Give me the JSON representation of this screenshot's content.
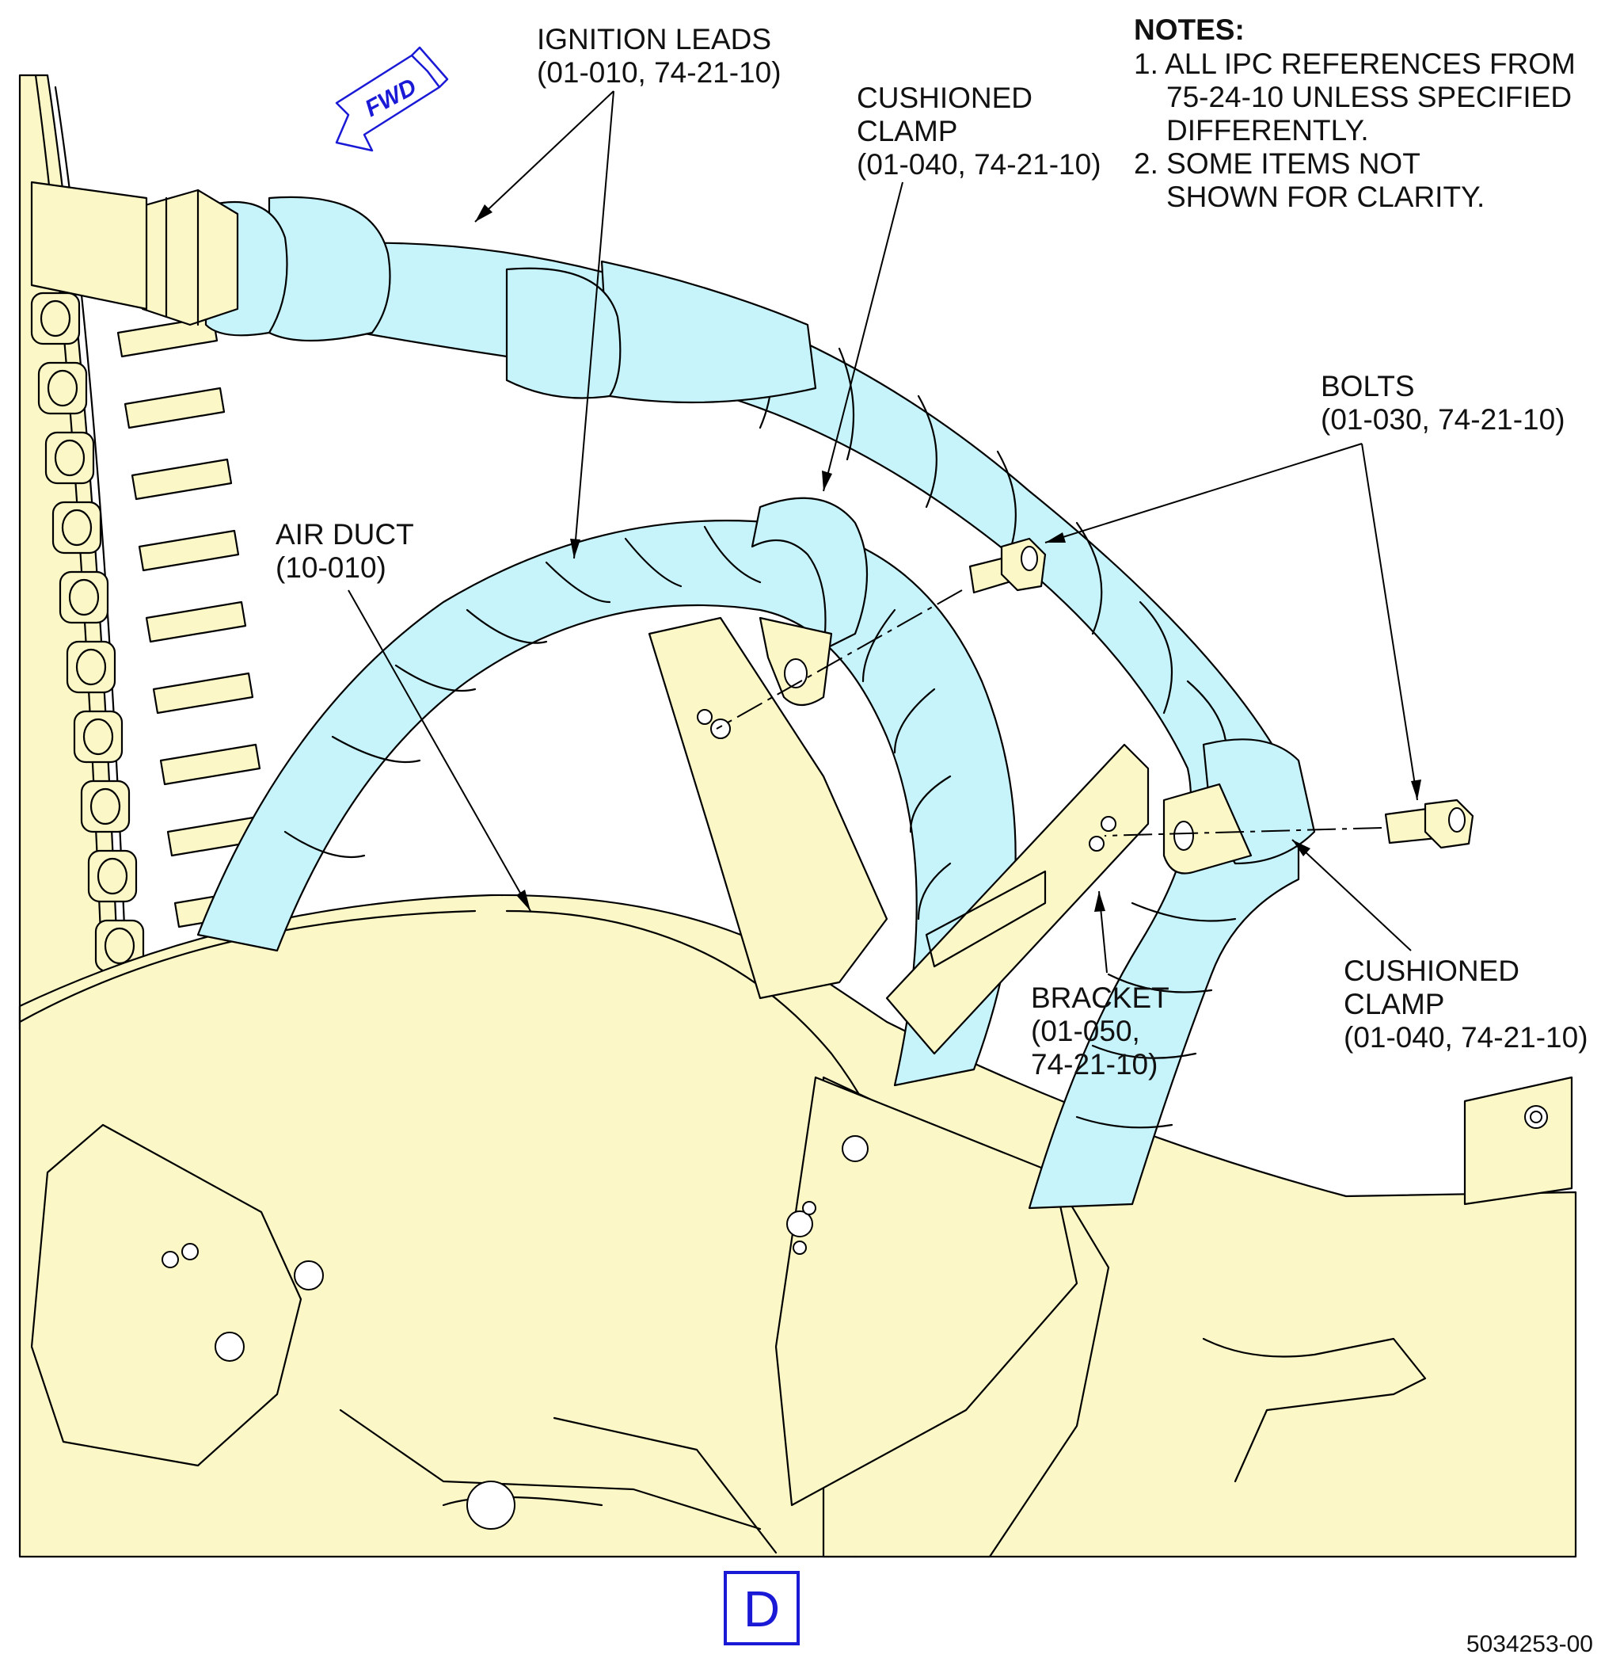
{
  "notes": {
    "title": "NOTES:",
    "lines": [
      "1. ALL IPC REFERENCES FROM",
      "75-24-10 UNLESS SPECIFIED",
      "DIFFERENTLY.",
      "2. SOME ITEMS NOT",
      "SHOWN FOR CLARITY."
    ]
  },
  "fwd_arrow": {
    "label": "FWD",
    "color": "#1a1ad6"
  },
  "callouts": {
    "ignition_leads": [
      "IGNITION LEADS",
      "(01-010, 74-21-10)"
    ],
    "cushioned_clamp_top": [
      "CUSHIONED",
      "CLAMP",
      "(01-040, 74-21-10)"
    ],
    "bolts": [
      "BOLTS",
      "(01-030, 74-21-10)"
    ],
    "air_duct": [
      "AIR DUCT",
      "(10-010)"
    ],
    "bracket": [
      "BRACKET",
      "(01-050,",
      "74-21-10)"
    ],
    "cushioned_clamp_bottom": [
      "CUSHIONED",
      "CLAMP",
      "(01-040, 74-21-10)"
    ]
  },
  "view_label": "D",
  "document_number": "5034253-00",
  "colors": {
    "hose_fill": "#c7f3fb",
    "part_fill": "#fbf7c7",
    "accent_blue": "#1a1ad6"
  }
}
